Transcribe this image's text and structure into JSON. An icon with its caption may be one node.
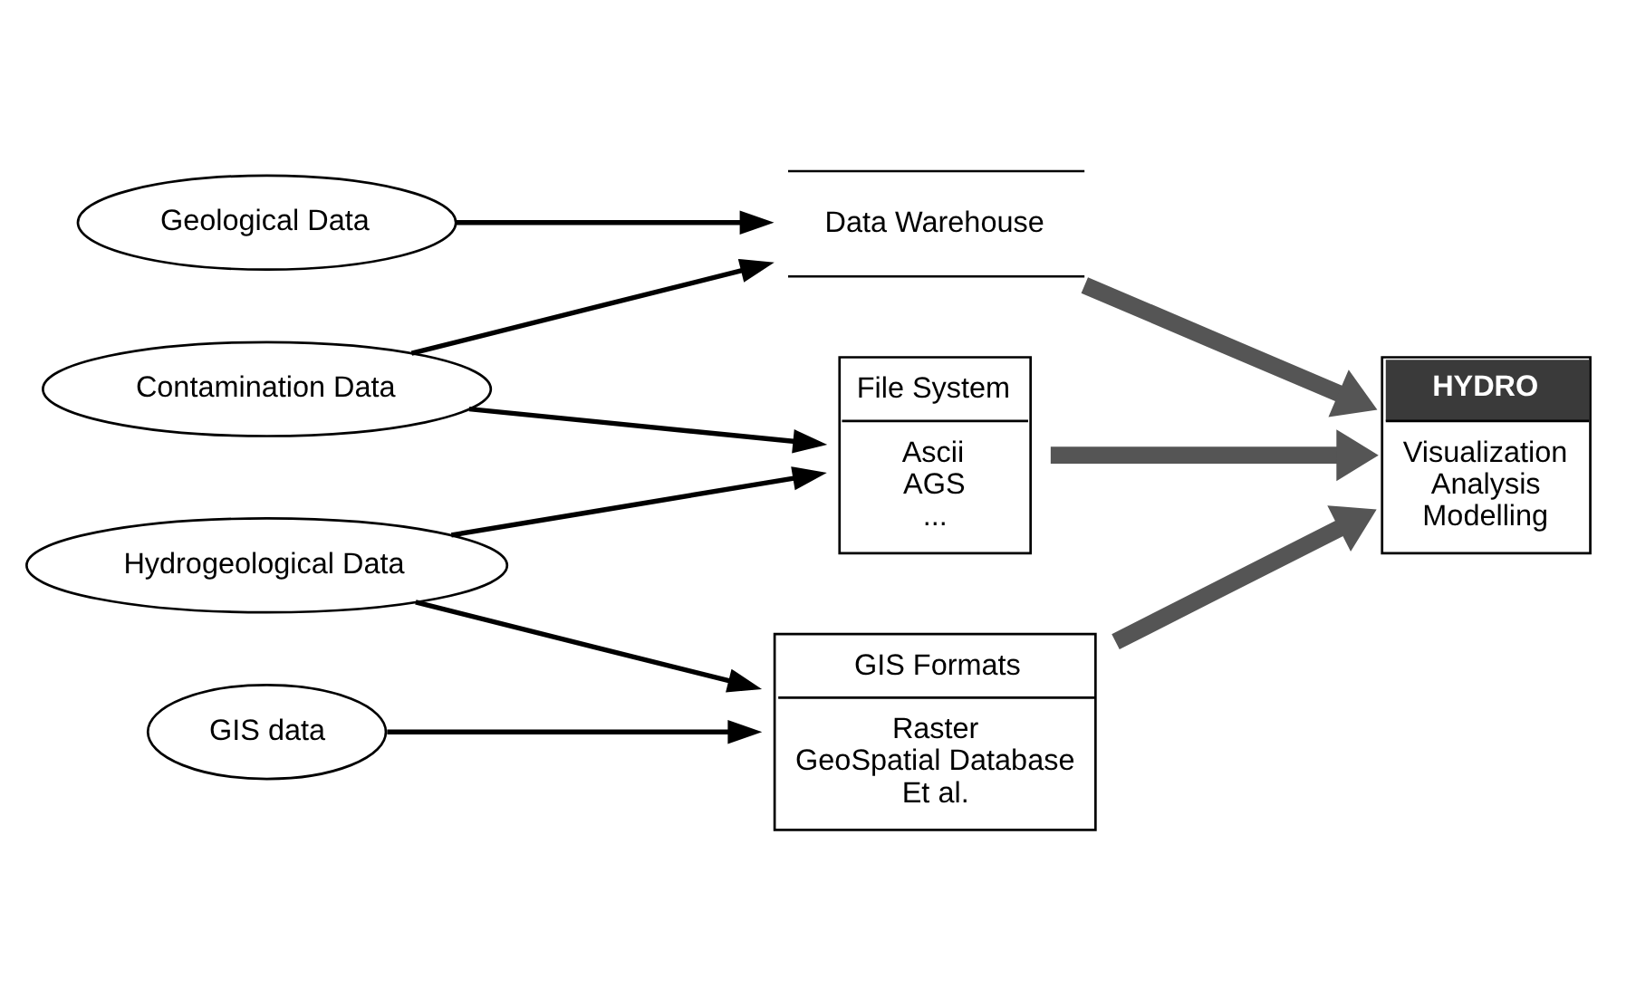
{
  "diagram": {
    "nodes": [
      {
        "text": [
          "Geological Data"
        ]
      },
      {
        "text": [
          "Contamination Data"
        ]
      },
      {
        "text": [
          "Hydrogeological Data"
        ]
      },
      {
        "text": [
          "GIS data"
        ]
      },
      {
        "text": [
          "Data Warehouse"
        ]
      },
      {
        "text": [
          "File System",
          "Ascii",
          "AGS",
          "..."
        ]
      },
      {
        "text": [
          "GIS Formats",
          "Raster",
          "GeoSpatial Database",
          "Et al."
        ]
      },
      {
        "text": [
          "HYDRO",
          "Visualization",
          "Analysis",
          "Modelling"
        ]
      }
    ],
    "edges": [
      {
        "from": 0,
        "to": 4,
        "arrow": "to"
      },
      {
        "from": 1,
        "to": 4,
        "arrow": "to"
      },
      {
        "from": 1,
        "to": 5,
        "arrow": "to"
      },
      {
        "from": 2,
        "to": 5,
        "arrow": "to"
      },
      {
        "from": 2,
        "to": 6,
        "arrow": "to"
      },
      {
        "from": 3,
        "to": 6,
        "arrow": "to"
      },
      {
        "from": 4,
        "to": 7,
        "arrow": "to",
        "style": "thick",
        "color": "#555555"
      },
      {
        "from": 5,
        "to": 7,
        "arrow": "to",
        "style": "thick",
        "color": "#555555"
      },
      {
        "from": 6,
        "to": 7,
        "arrow": "to",
        "style": "thick",
        "color": "#555555"
      }
    ]
  }
}
